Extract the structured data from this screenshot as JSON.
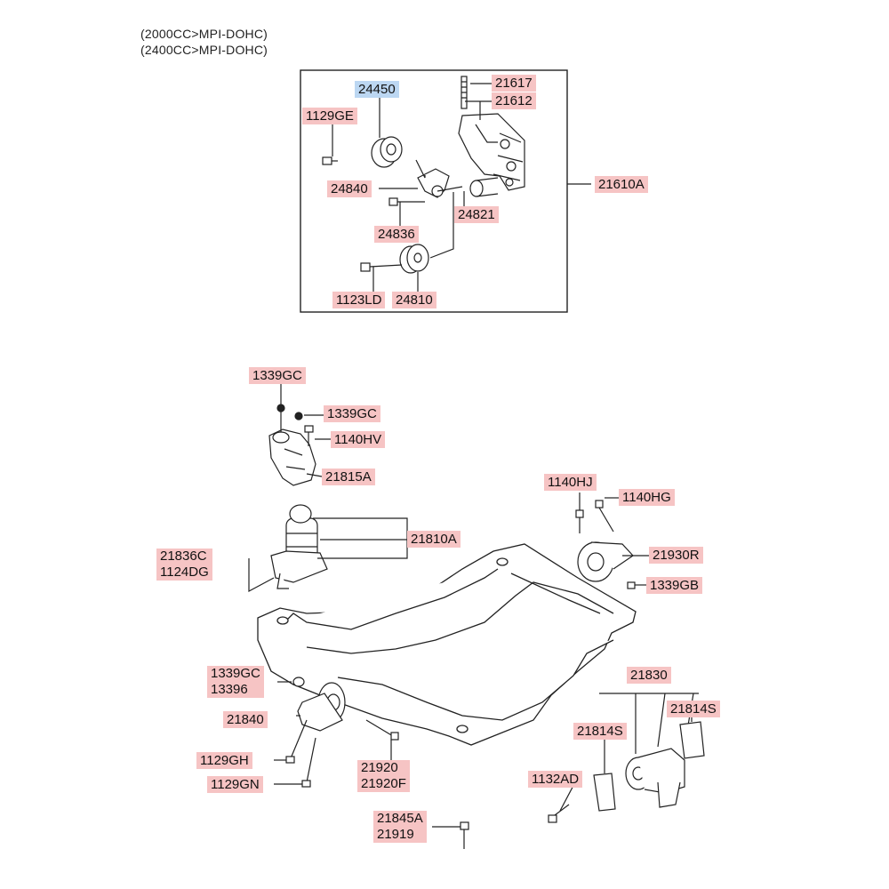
{
  "header": {
    "line1": "(2000CC>MPI-DOHC)",
    "line2": "(2400CC>MPI-DOHC)"
  },
  "labels": {
    "p24450": "24450",
    "p21617": "21617",
    "p21612": "21612",
    "p1129GE": "1129GE",
    "p24840": "24840",
    "p21610A": "21610A",
    "p24821": "24821",
    "p24836": "24836",
    "p1123LD": "1123LD",
    "p24810": "24810",
    "p1339GC_top": "1339GC",
    "p1339GC_2": "1339GC",
    "p1140HV": "1140HV",
    "p21815A": "21815A",
    "p21810A": "21810A",
    "p21836C": "21836C",
    "p1124DG": "1124DG",
    "p1140HJ": "1140HJ",
    "p1140HG": "1140HG",
    "p21930R": "21930R",
    "p1339GB": "1339GB",
    "p1339GC_3": "1339GC",
    "p13396": "13396",
    "p21840": "21840",
    "p1129GH": "1129GH",
    "p1129GN": "1129GN",
    "p21920": "21920",
    "p21920F": "21920F",
    "p21830": "21830",
    "p21814S_left": "21814S",
    "p21814S_right": "21814S",
    "p1132AD": "1132AD",
    "p21845A": "21845A",
    "p21919": "21919"
  },
  "colors": {
    "label_bg": "#f6c4c4",
    "highlight_bg": "#bcd7f2",
    "line": "#222222"
  }
}
